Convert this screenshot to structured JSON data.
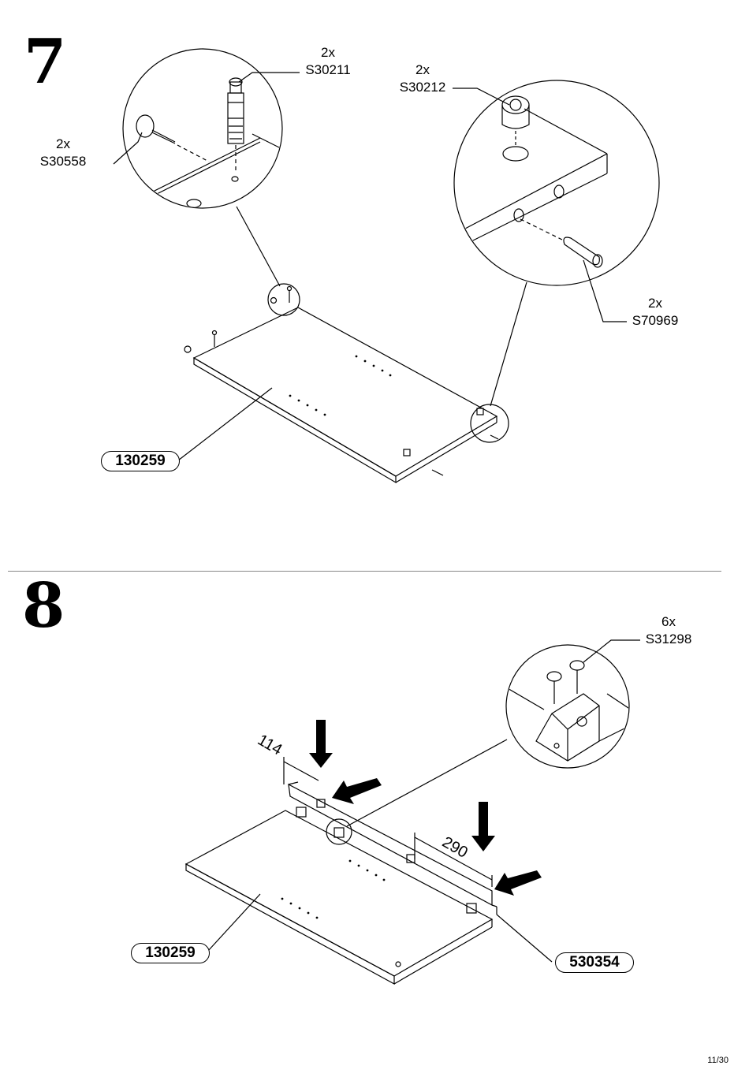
{
  "page": {
    "number": "11/30"
  },
  "step7": {
    "number": "7",
    "callouts": [
      {
        "qty": "2x",
        "code": "S30558"
      },
      {
        "qty": "2x",
        "code": "S30211"
      },
      {
        "qty": "2x",
        "code": "S30212"
      },
      {
        "qty": "2x",
        "code": "S70969"
      }
    ],
    "panel_code": "130259"
  },
  "step8": {
    "number": "8",
    "callout": {
      "qty": "6x",
      "code": "S31298"
    },
    "dimensions": {
      "left": "114",
      "right": "290"
    },
    "panel_code": "130259",
    "back_panel_code": "530354"
  }
}
